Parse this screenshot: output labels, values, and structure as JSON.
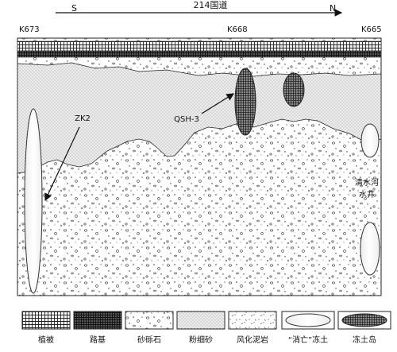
{
  "direction": {
    "south": "S",
    "north": "N",
    "road": "214国道"
  },
  "stations": {
    "left": "K673",
    "middle": "K668",
    "right": "K665"
  },
  "labels": {
    "zk2": "ZK2",
    "qsh3": "QSH-3",
    "well_line1": "清水河",
    "well_line2": "水井"
  },
  "legend": [
    {
      "key": "vegetation",
      "label": "植被"
    },
    {
      "key": "roadbed",
      "label": "路基"
    },
    {
      "key": "gravel",
      "label": "砂砾石"
    },
    {
      "key": "silt",
      "label": "粉细砂"
    },
    {
      "key": "mudstone",
      "label": "风化泥岩"
    },
    {
      "key": "vanished",
      "label": "“消亡”冻土"
    },
    {
      "key": "island",
      "label": "冻土岛"
    }
  ]
}
